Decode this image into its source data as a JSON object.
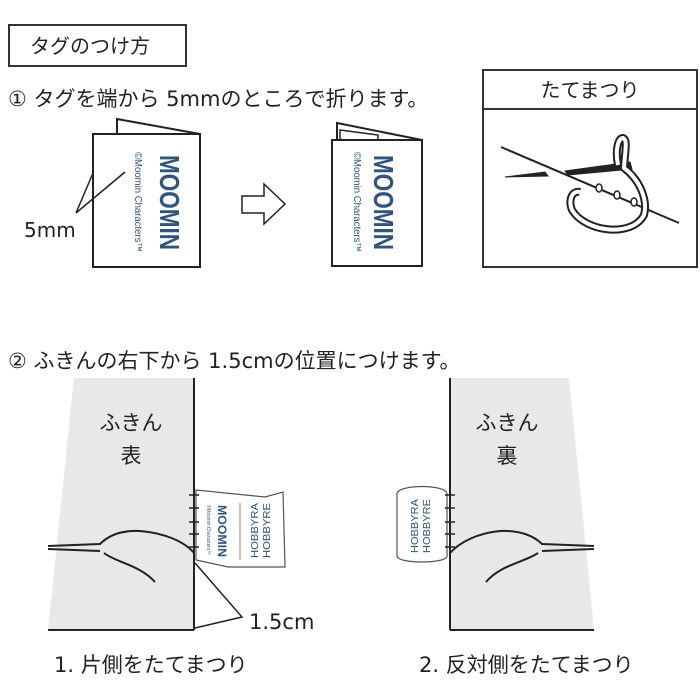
{
  "title": "タグのつけ方",
  "step1": {
    "text": "① タグを端から 5mmのところで折ります。",
    "measure_label": "5mm",
    "tag_brand": "MOOMIN",
    "tag_copyright": "©Moomin Characters™",
    "arrow_icon": "right-arrow-icon"
  },
  "stitch_box": {
    "title": "たてまつり"
  },
  "step2": {
    "text": "② ふきんの右下から 1.5cmの位置につけます。",
    "left": {
      "cloth_label_1": "ふきん",
      "cloth_label_2": "表",
      "measure_label": "1.5cm",
      "caption": "1. 片側をたてまつり",
      "brand": "MOOMIN",
      "copyright": "©Moomin Characters™",
      "maker_1": "HOBBYRA",
      "maker_2": "HOBBYRE"
    },
    "right": {
      "cloth_label_1": "ふきん",
      "cloth_label_2": "裏",
      "caption": "2. 反対側をたてまつり",
      "maker_1": "HOBBYRA",
      "maker_2": "HOBBYRE"
    }
  },
  "colors": {
    "brand": "#2d5580",
    "cloth": "#e8e8e8",
    "line": "#222222"
  }
}
